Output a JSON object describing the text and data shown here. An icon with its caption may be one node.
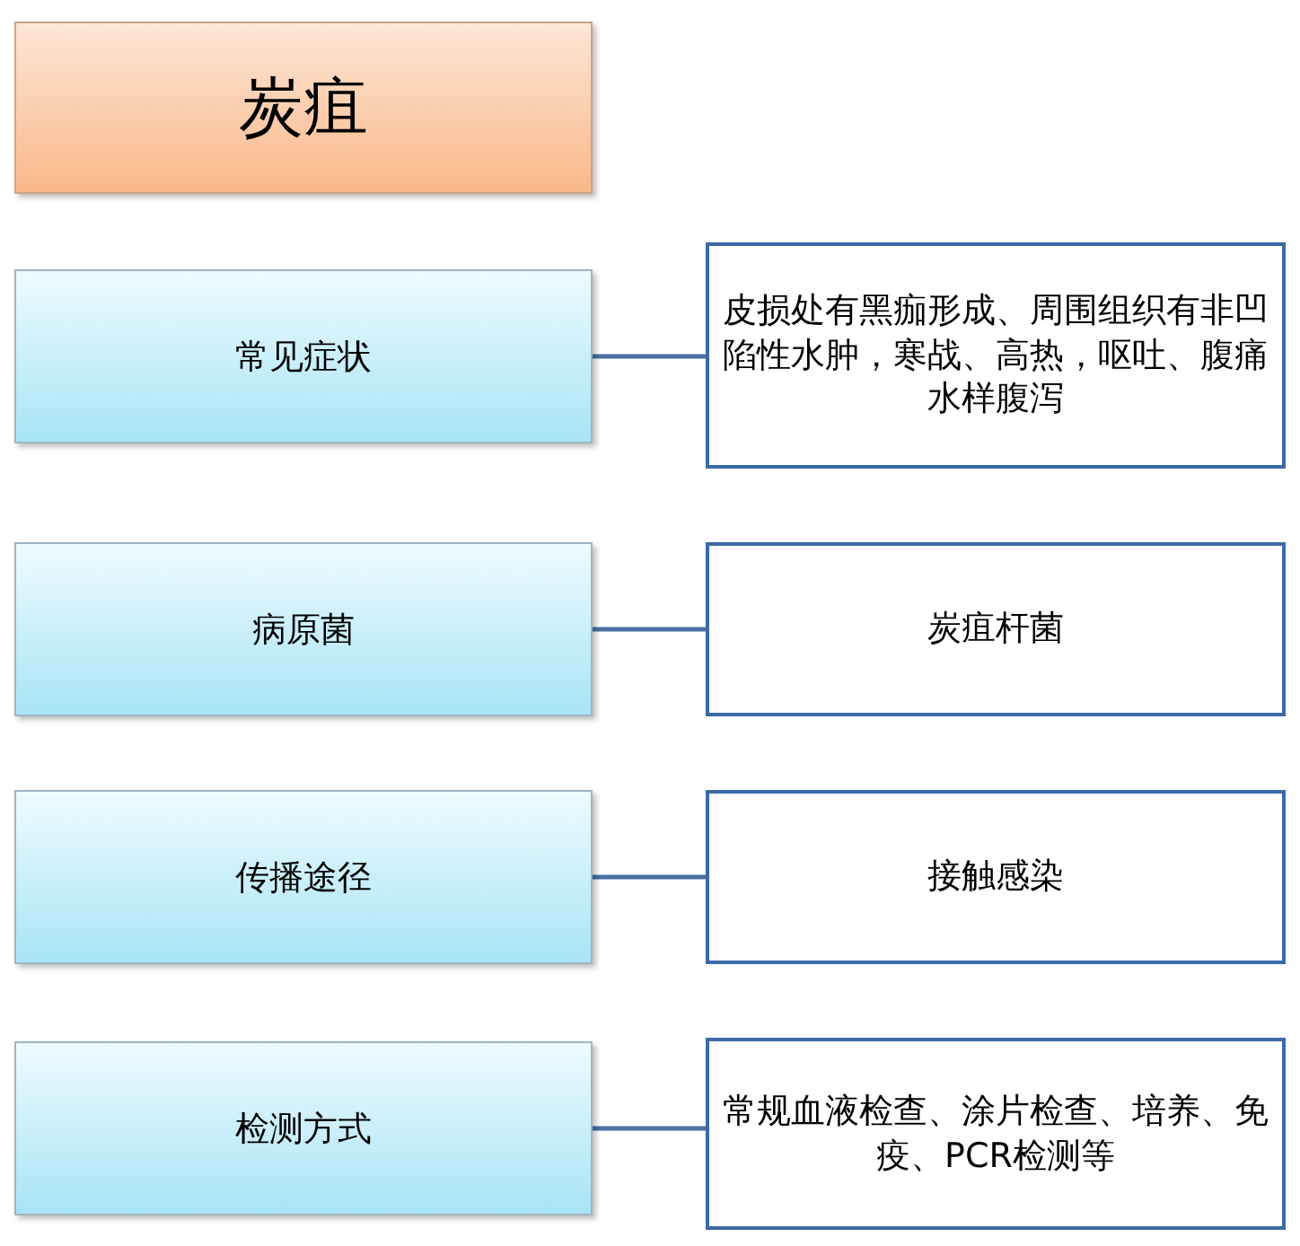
{
  "diagram": {
    "nodes": [
      {
        "text": [
          "炭疽"
        ]
      },
      {
        "text": [
          "常见症状"
        ]
      },
      {
        "text": [
          "皮损处有黑痂形成、周围组织有非凹陷性水肿，寒战、高热，呕吐、腹痛水样腹泻"
        ]
      },
      {
        "text": [
          "病原菌"
        ]
      },
      {
        "text": [
          "炭疽杆菌"
        ]
      },
      {
        "text": [
          "传播途径"
        ]
      },
      {
        "text": [
          "接触感染"
        ]
      },
      {
        "text": [
          "检测方式"
        ]
      },
      {
        "text": [
          "常规血液检查、涂片检查、培养、免疫、PCR检测等"
        ]
      }
    ],
    "edges": [
      {
        "from": 1,
        "to": 2,
        "arrow": "none"
      },
      {
        "from": 3,
        "to": 4,
        "arrow": "none"
      },
      {
        "from": 5,
        "to": 6,
        "arrow": "none"
      },
      {
        "from": 7,
        "to": 8,
        "arrow": "none"
      }
    ]
  }
}
